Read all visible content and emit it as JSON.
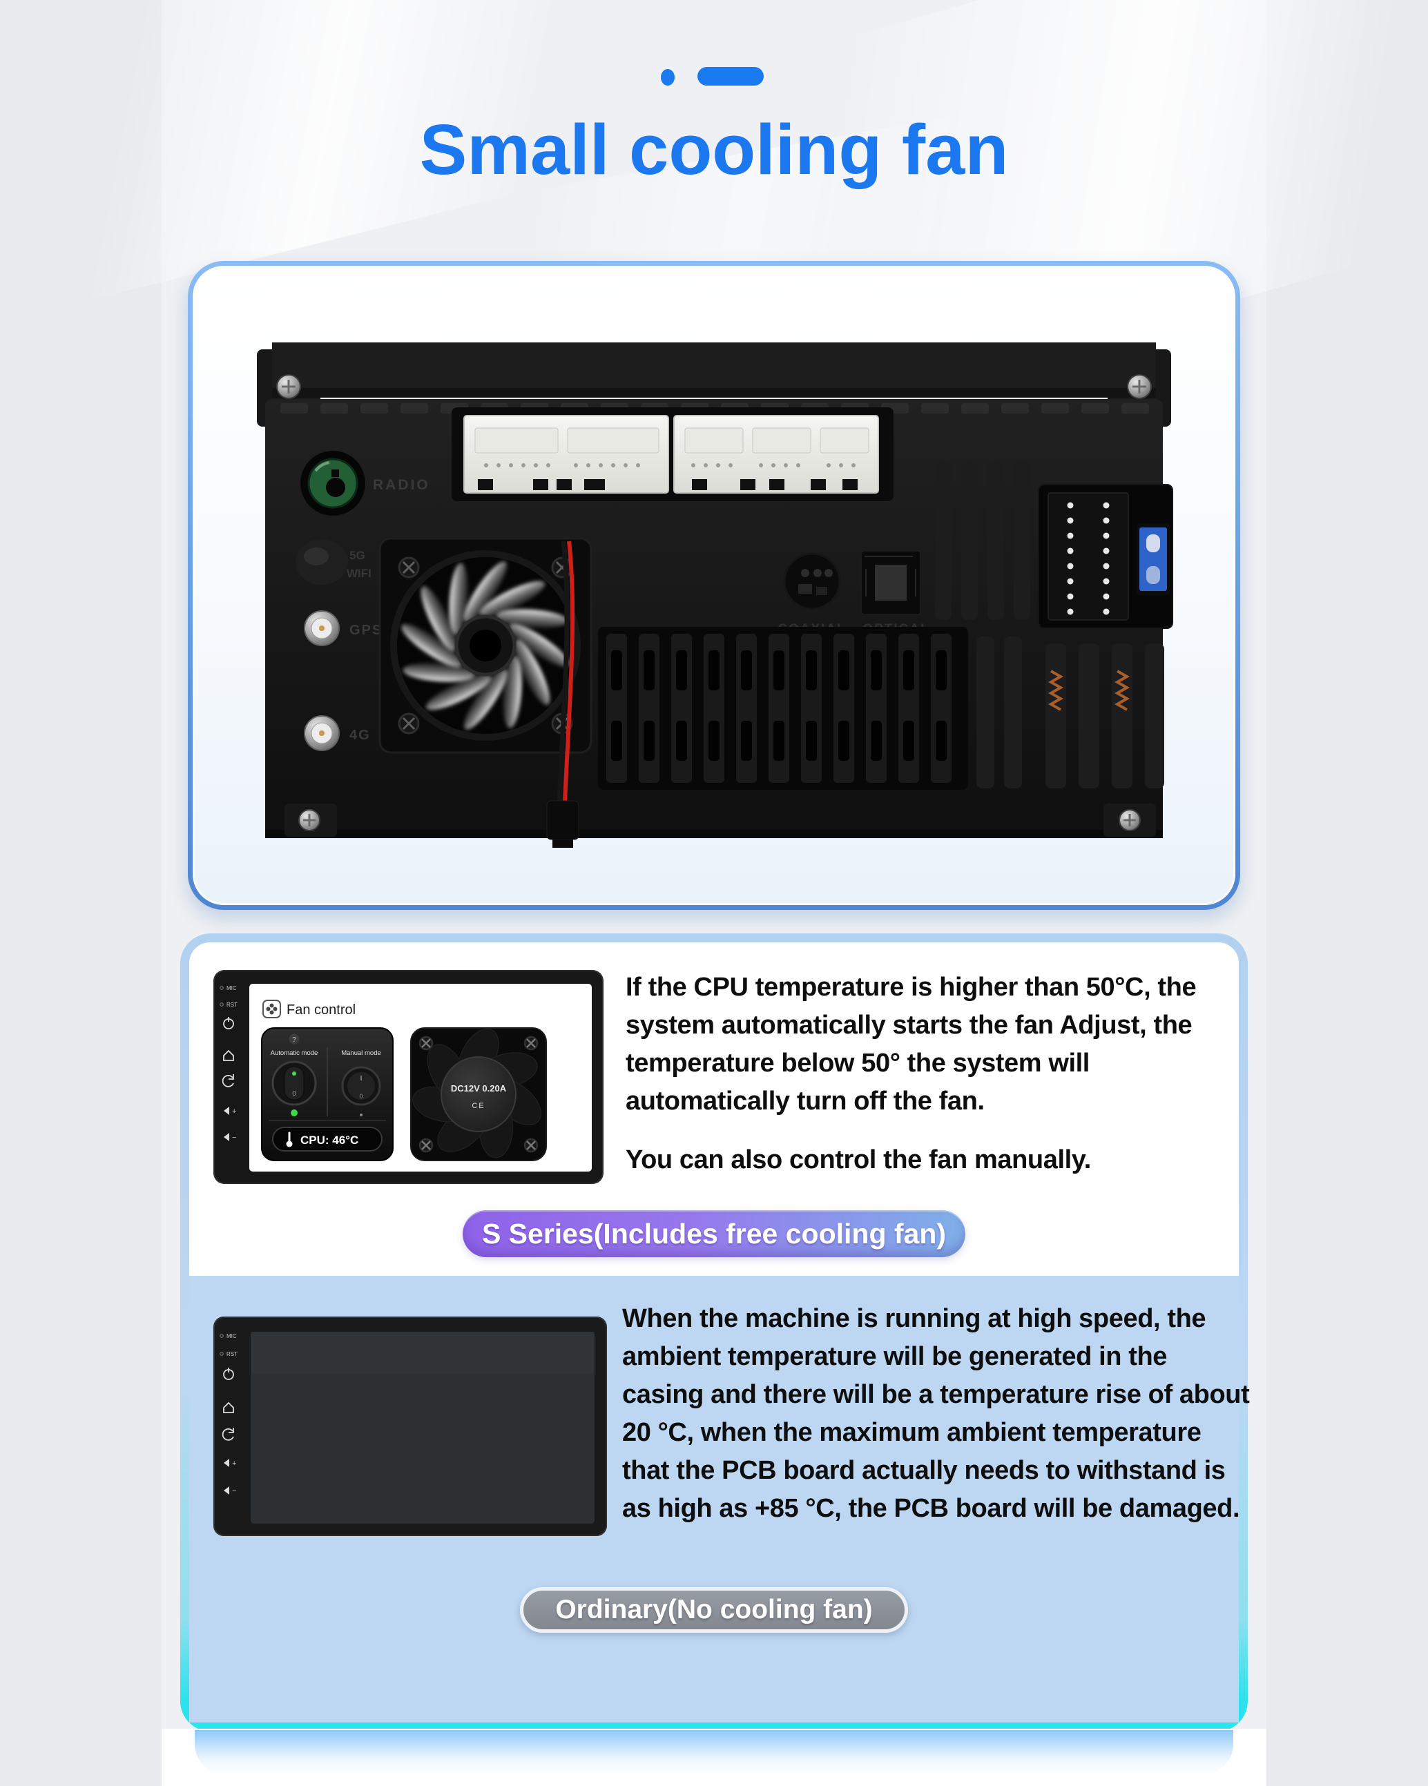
{
  "hero": {
    "title": "Small cooling fan"
  },
  "photo": {
    "labels": {
      "radio": "RADIO",
      "wifi_line1": "5G",
      "wifi_line2": "WIFI",
      "gps": "GPS",
      "lte": "4G",
      "coaxial": "COAXIAL",
      "optical": "OPTICAL"
    }
  },
  "tablet_sidebar": {
    "mic": "MIC",
    "rst": "RST",
    "vol_plus": "+",
    "vol_minus": "−"
  },
  "fan_screen": {
    "header": "Fan control",
    "help": "?",
    "auto_mode": "Automatic mode",
    "manual_mode": "Manual mode",
    "switch_on": "I",
    "switch_off": "0",
    "cpu": "CPU: 46°C",
    "fan_volts": "DC12V  0.20A",
    "fan_ce": "CE"
  },
  "content": {
    "para1": "If the CPU temperature is higher than 50°C, the system automatically starts the fan Adjust, the temperature below 50° the system will automatically turn off the fan.",
    "para2": "You can also control the fan manually.",
    "badge_s": "S Series(Includes free cooling fan)",
    "para3": "When the machine is running at high speed, the ambient temperature will be generated in the casing and there will be a temperature rise of about 20 °C, when the maximum ambient temperature that the PCB board actually needs to withstand is as high as +85 °C, the PCB board will be damaged.",
    "badge_ordinary": "Ordinary(No cooling fan)"
  },
  "colors": {
    "accent_blue": "#1b78ef",
    "card1_border_top": "#8abcf4",
    "card1_border_bottom": "#4e86d3",
    "card2_border": "#bdd7f3",
    "card2_border_bottom": "#29e4ee",
    "badge_s_left": "#8f63e8",
    "badge_s_right": "#7fb0e8",
    "badge_ordinary_bg": "#83888f",
    "section_blue_bg": "#bdd7f3"
  }
}
